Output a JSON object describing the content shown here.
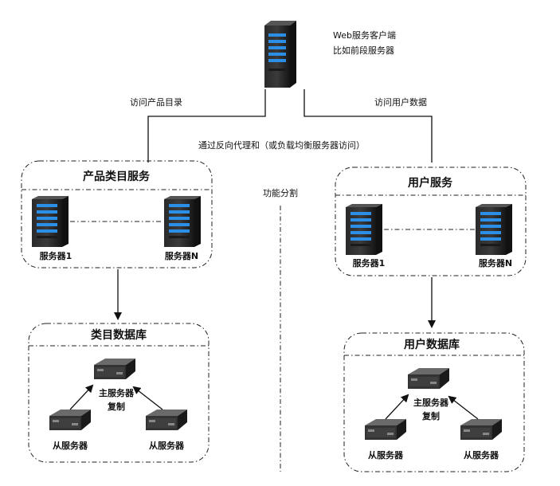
{
  "top_server": {
    "line1": "Web服务客户端",
    "line2": "比如前段服务器",
    "icon": "server-tower-icon"
  },
  "edges": {
    "left_label": "访问产品目录",
    "right_label": "访问用户数据",
    "middle_label": "通过反向代理和（或负载均衡服务器访问）"
  },
  "divider": {
    "label": "功能分割"
  },
  "product_service": {
    "title": "产品类目服务",
    "server_left": "服务器1",
    "server_right": "服务器N"
  },
  "user_service": {
    "title": "用户服务",
    "server_left": "服务器1",
    "server_right": "服务器N"
  },
  "category_db": {
    "title": "类目数据库",
    "master_line1": "主服务器",
    "master_line2": "复制",
    "slave_left": "从服务器",
    "slave_right": "从服务器"
  },
  "user_db": {
    "title": "用户数据库",
    "master_line1": "主服务器",
    "master_line2": "复制",
    "slave_left": "从服务器",
    "slave_right": "从服务器"
  }
}
